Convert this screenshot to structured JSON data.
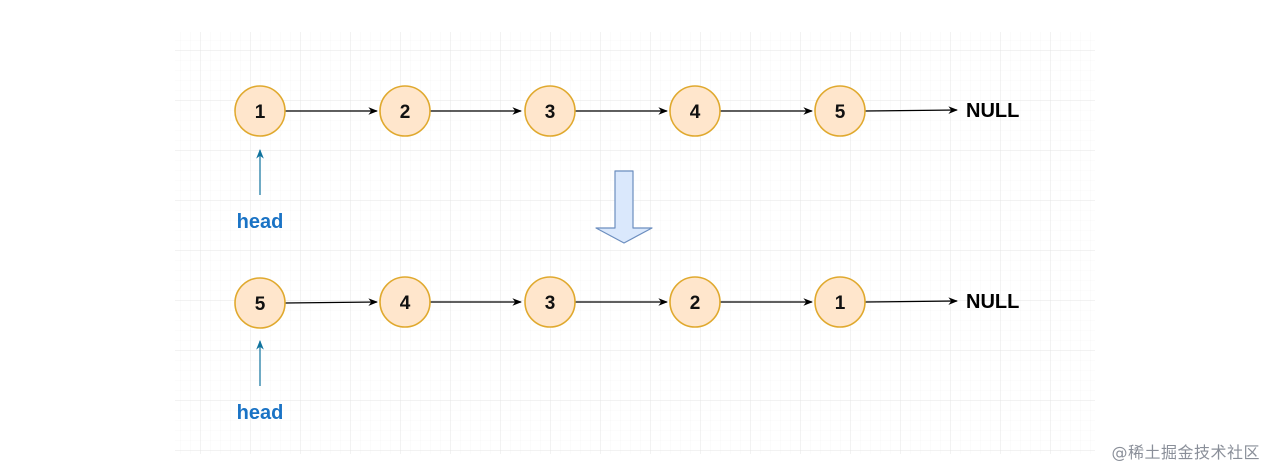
{
  "diagram": {
    "before": {
      "nodes": [
        "1",
        "2",
        "3",
        "4",
        "5"
      ],
      "terminal": "NULL",
      "pointer_label": "head"
    },
    "after": {
      "nodes": [
        "5",
        "4",
        "3",
        "2",
        "1"
      ],
      "terminal": "NULL",
      "pointer_label": "head"
    },
    "colors": {
      "node_fill": "#ffe6cc",
      "node_stroke": "#e0a92e",
      "head_text": "#1a73c5",
      "head_arrow": "#10739e",
      "transition_arrow_fill": "#dae8fc",
      "transition_arrow_stroke": "#6c8ebf",
      "grid": "#ececec"
    }
  },
  "watermark": "@稀土掘金技术社区"
}
